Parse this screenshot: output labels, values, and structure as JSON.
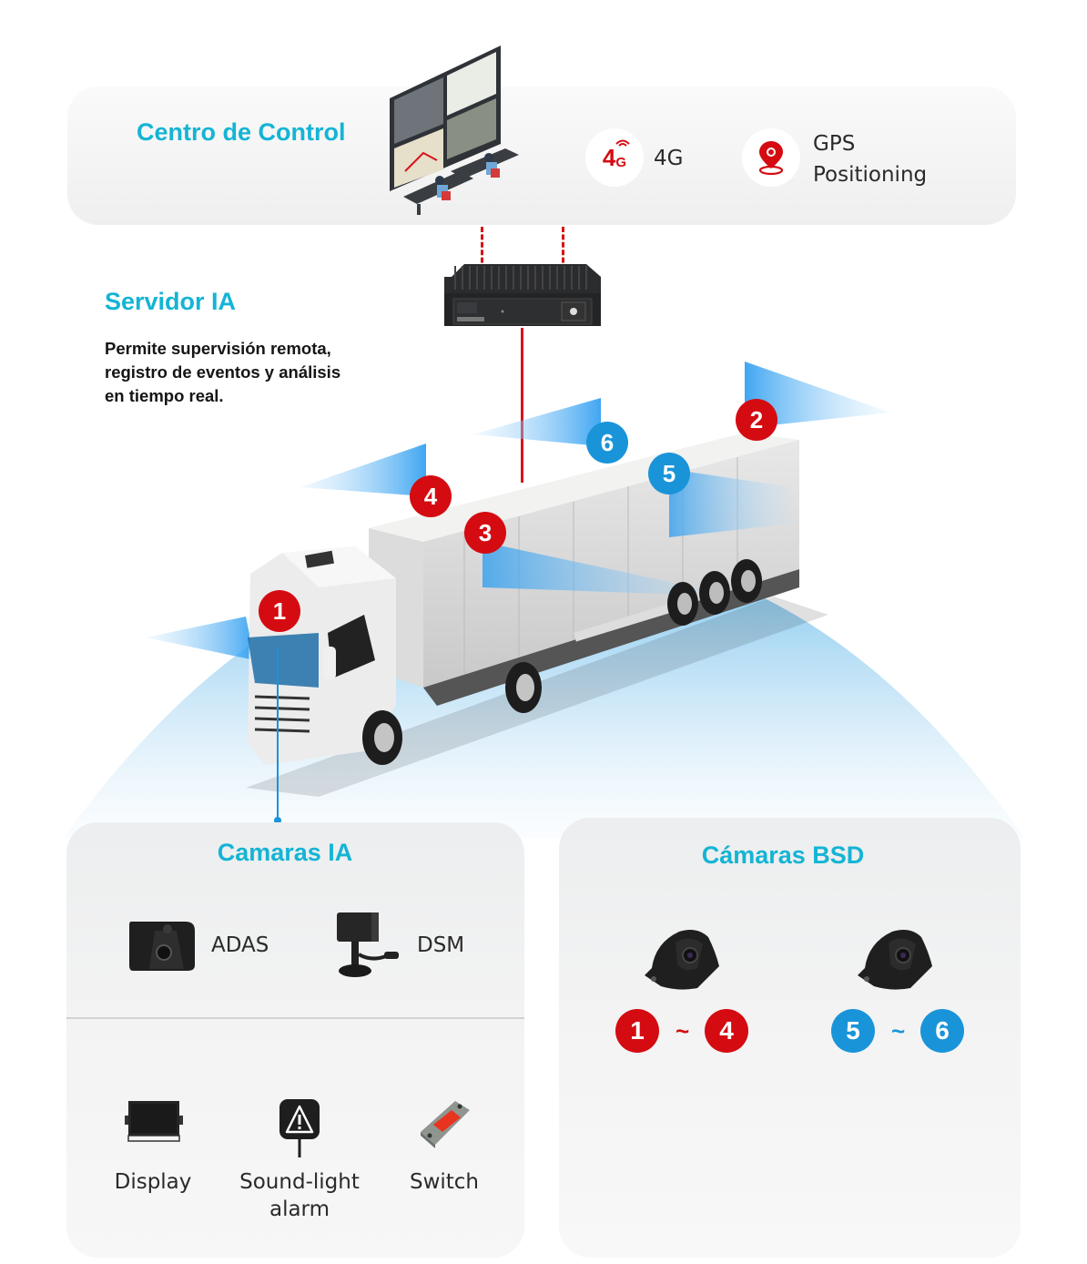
{
  "control_center": {
    "title": "Centro de Control",
    "features": [
      {
        "icon": "4g-signal-icon",
        "icon_text": "4",
        "icon_sub": "G",
        "label": "4G"
      },
      {
        "icon": "map-pin-icon",
        "label_line1": "GPS",
        "label_line2": "Positioning"
      }
    ]
  },
  "server": {
    "title": "Servidor IA",
    "description_lines": [
      "Permite supervisión remota,",
      "registro de eventos y análisis",
      "en tiempo real."
    ]
  },
  "truck_cameras": [
    {
      "number": "1",
      "type": "red"
    },
    {
      "number": "2",
      "type": "red"
    },
    {
      "number": "3",
      "type": "red"
    },
    {
      "number": "4",
      "type": "red"
    },
    {
      "number": "5",
      "type": "blue"
    },
    {
      "number": "6",
      "type": "blue"
    }
  ],
  "ai_cameras": {
    "title": "Camaras IA",
    "cameras": [
      {
        "label": "ADAS"
      },
      {
        "label": "DSM"
      }
    ],
    "accessories": [
      {
        "label": "Display"
      },
      {
        "label_line1": "Sound-light",
        "label_line2": "alarm"
      },
      {
        "label": "Switch"
      }
    ]
  },
  "bsd_cameras": {
    "title": "Cámaras BSD",
    "groups": [
      {
        "from": "1",
        "to": "4",
        "separator": "~",
        "color": "red"
      },
      {
        "from": "5",
        "to": "6",
        "separator": "~",
        "color": "blue"
      }
    ]
  },
  "colors": {
    "accent_cyan": "#14b4d4",
    "badge_red": "#d50b12",
    "badge_blue": "#1a94d9",
    "line_red": "#d8131b"
  }
}
